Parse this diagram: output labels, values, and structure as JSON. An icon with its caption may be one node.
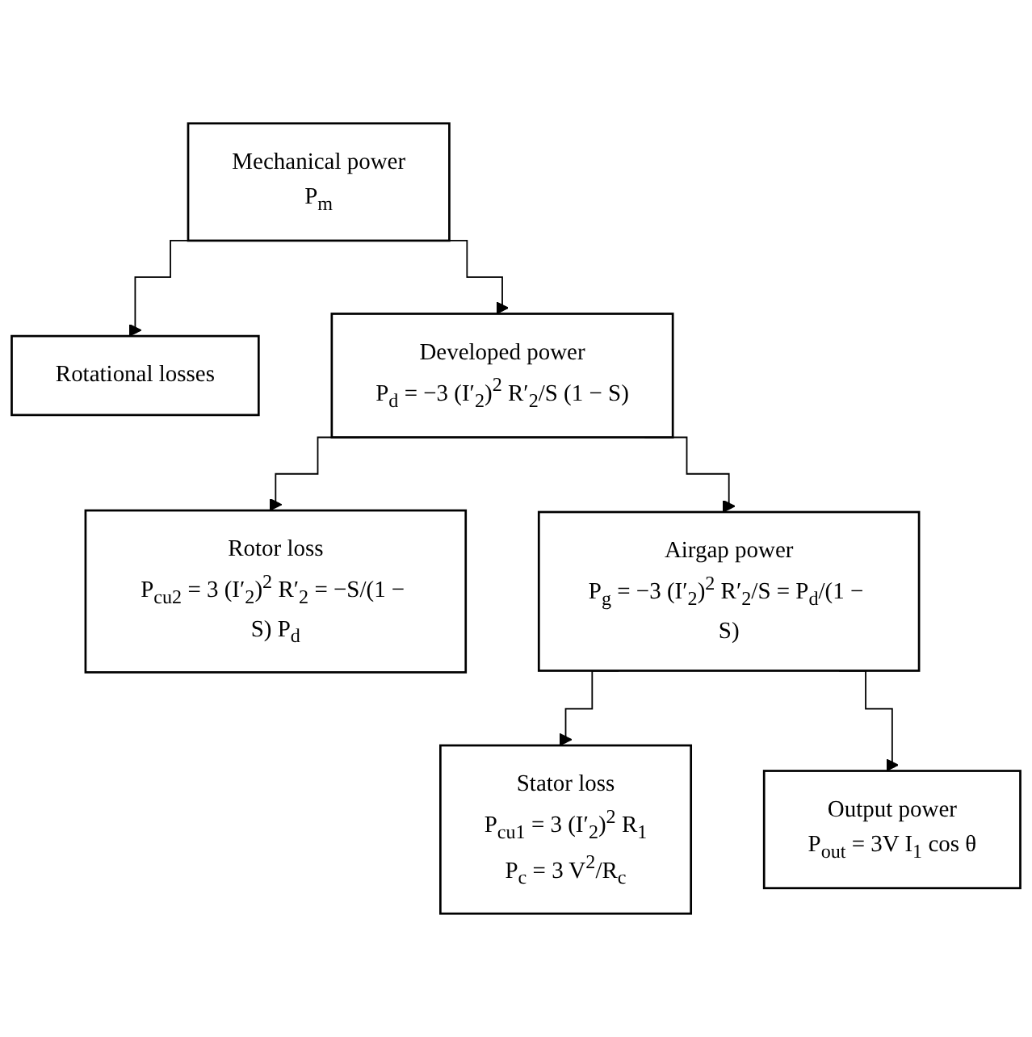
{
  "diagram": {
    "nodes": [
      {
        "text": [
          "Mechanical power",
          "P$_{m}$"
        ]
      },
      {
        "text": [
          "Rotational losses"
        ]
      },
      {
        "text": [
          "Developed power",
          "P$_{d}$ = −3 (I′$_{2}$)$^{2}$ R′$_{2}$/S (1 − S)"
        ]
      },
      {
        "text": [
          "Rotor loss",
          "P$_{cu2}$ = 3 (I′$_{2}$)$^{2}$ R′$_{2}$ = −S/(1 − S) P$_{d}$"
        ]
      },
      {
        "text": [
          "Airgap power",
          "P$_{g}$ = −3 (I′$_{2}$)$^{2}$ R′$_{2}$/S = P$_{d}$/(1 − S)"
        ]
      },
      {
        "text": [
          "Stator loss",
          "P$_{cu1}$ = 3 (I′$_{2}$)$^{2}$ R$_{1}$",
          "P$_{c}$ = 3 V$^{2}$/R$_{c}$"
        ]
      },
      {
        "text": [
          "Output power",
          "P$_{out}$ = 3V I$_{1}$ cos θ"
        ]
      }
    ],
    "edges": [
      {
        "from": 0,
        "to": 1,
        "arrow": "to"
      },
      {
        "from": 0,
        "to": 2,
        "arrow": "to"
      },
      {
        "from": 2,
        "to": 3,
        "arrow": "to"
      },
      {
        "from": 2,
        "to": 4,
        "arrow": "to"
      },
      {
        "from": 4,
        "to": 5,
        "arrow": "to"
      },
      {
        "from": 4,
        "to": 6,
        "arrow": "to"
      }
    ]
  }
}
